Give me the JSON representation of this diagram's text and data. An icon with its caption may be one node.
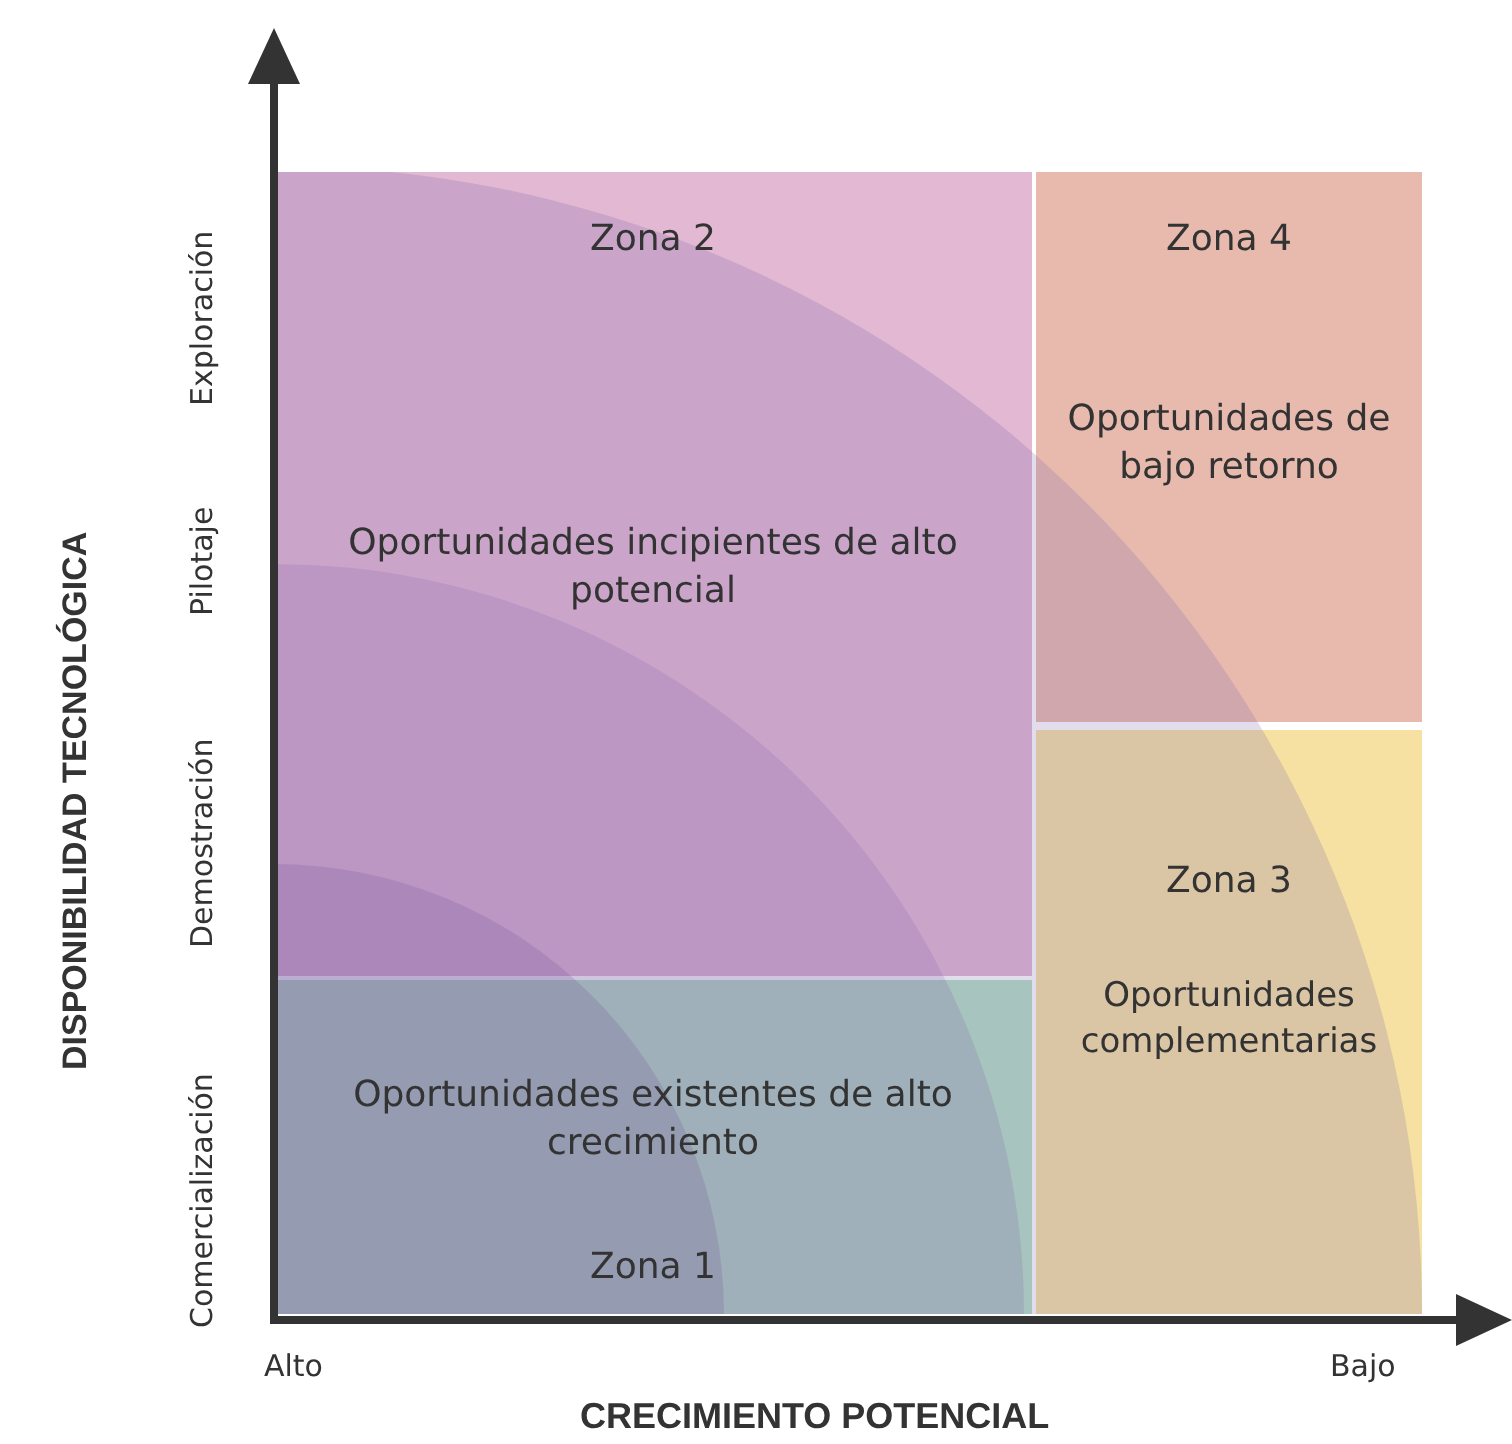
{
  "diagram": {
    "nodes": [
      {
        "text": [
          "Zona 2",
          "Oportunidades incipientes de alto potencial"
        ]
      },
      {
        "text": [
          "Zona 4",
          "Oportunidades de bajo retorno"
        ]
      },
      {
        "text": [
          "Zona 3",
          "Oportunidades complementarias"
        ]
      },
      {
        "text": [
          "Oportunidades existentes de alto crecimiento",
          "Zona 1"
        ]
      }
    ],
    "edges": [],
    "labels": [
      "DISPONIBILIDAD TECNOLÓGICA",
      "Exploración",
      "Pilotaje",
      "Demostración",
      "Comercialización",
      "Alto",
      "Bajo",
      "CRECIMIENTO POTENCIAL"
    ]
  }
}
